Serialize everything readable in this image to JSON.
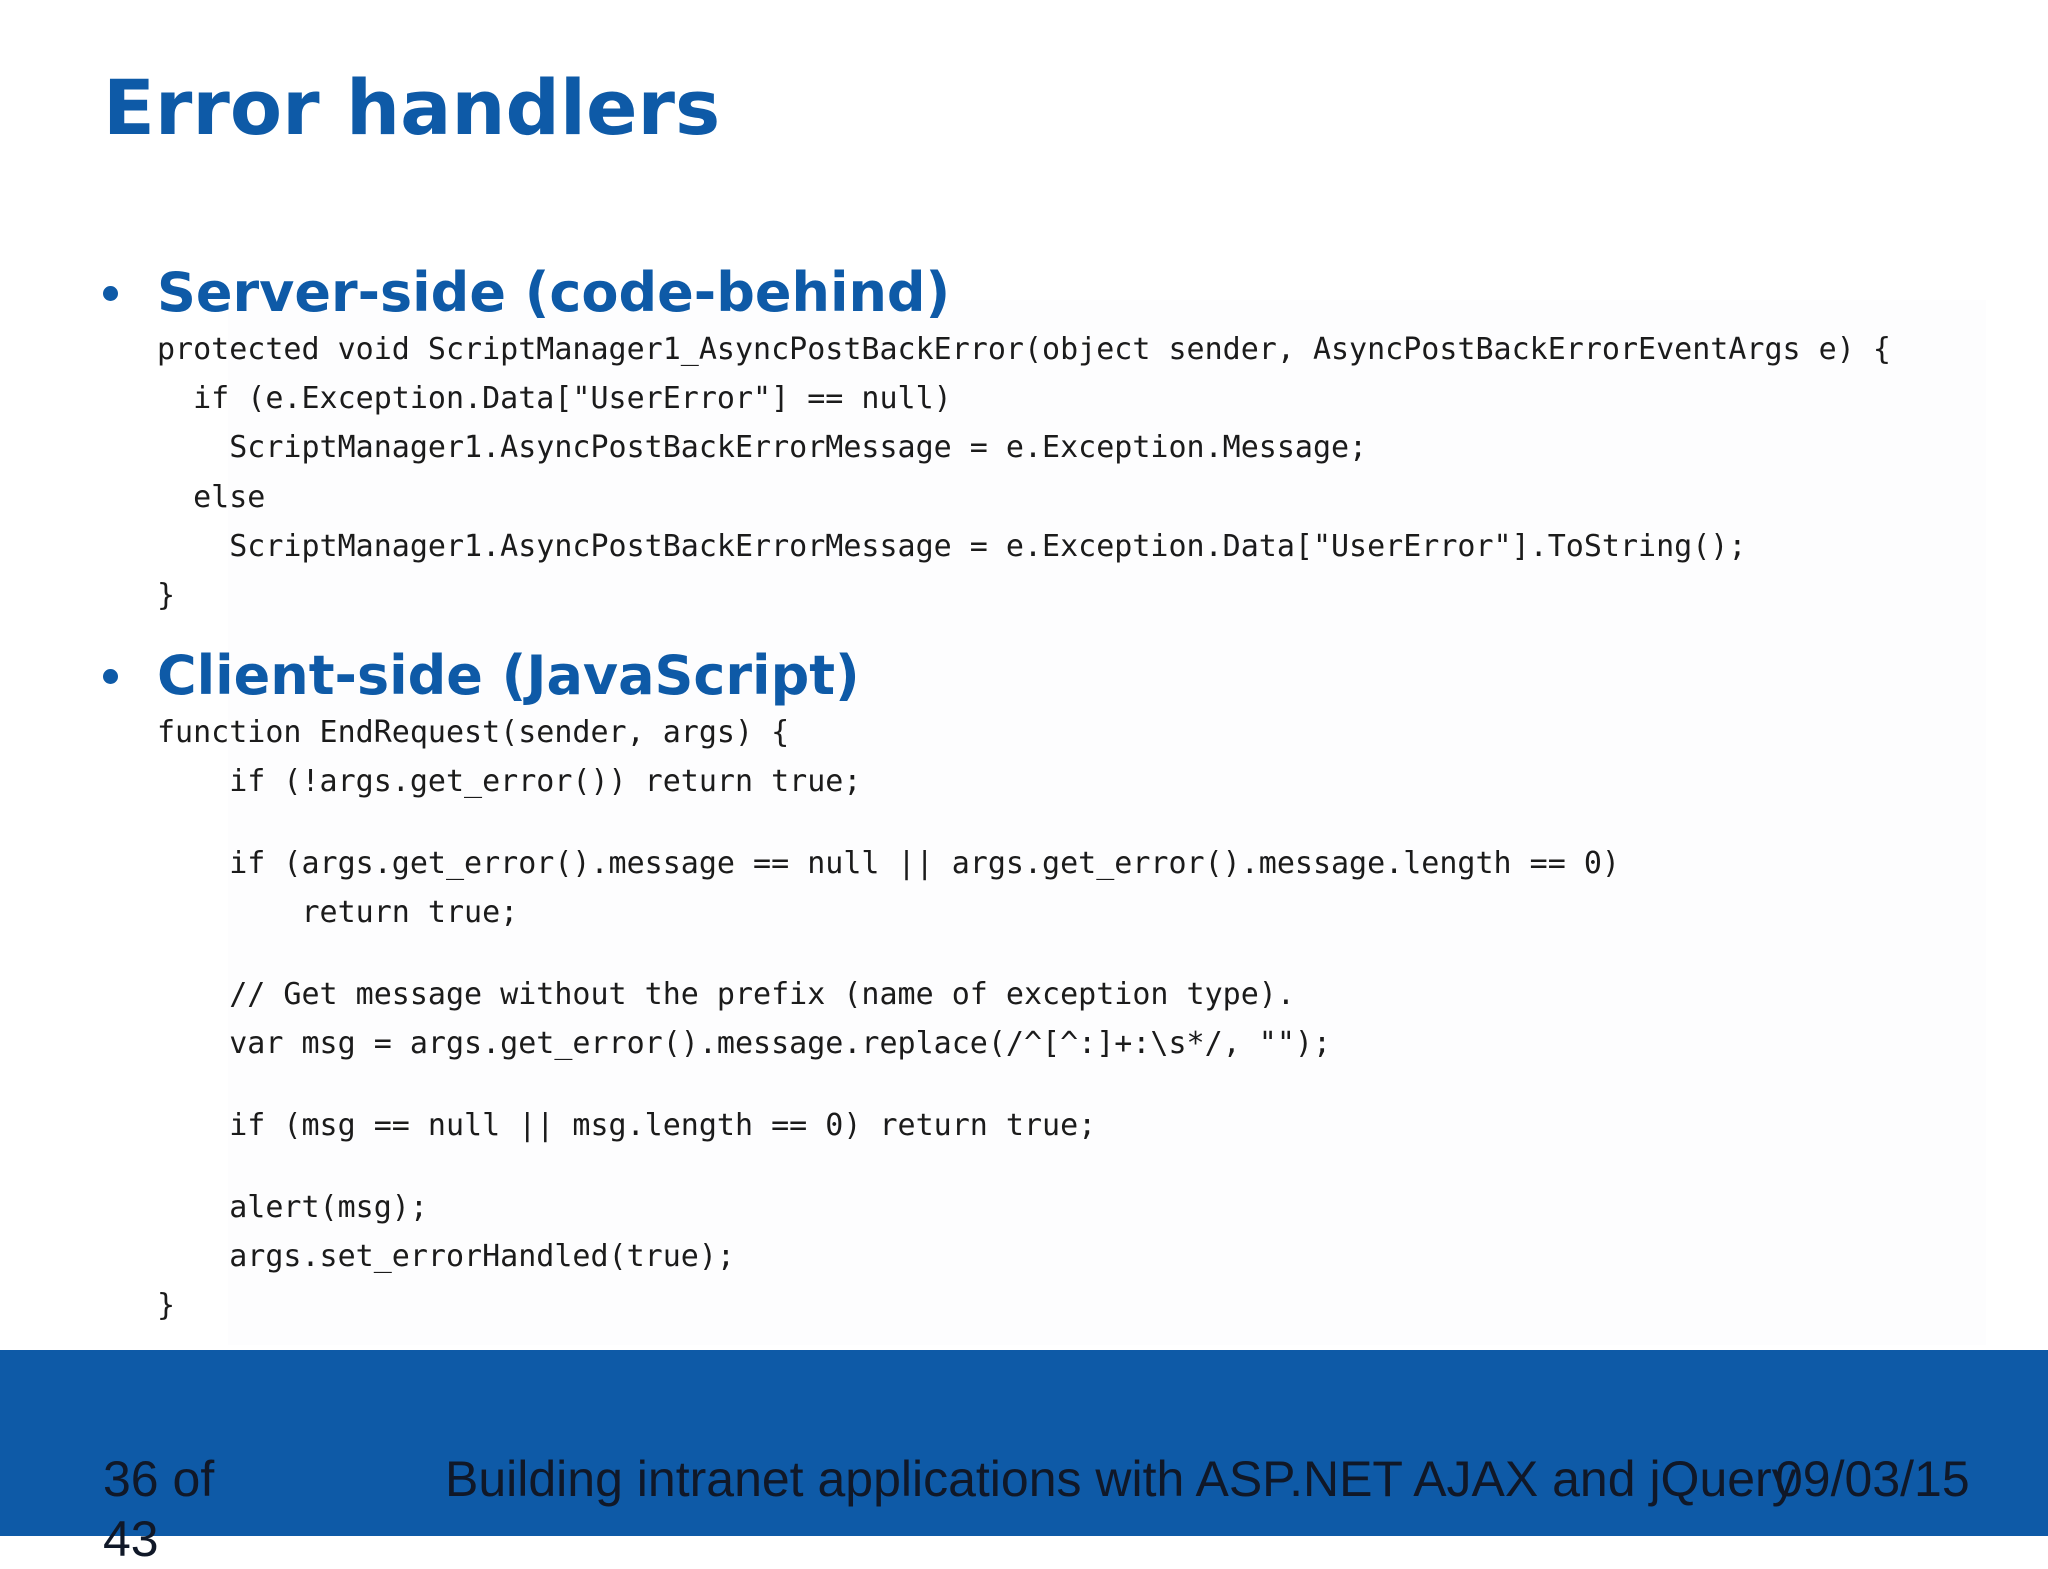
{
  "slide": {
    "title": "Error handlers",
    "sections": [
      {
        "heading": "Server-side (code-behind)",
        "code": [
          "protected void ScriptManager1_AsyncPostBackError(object sender, AsyncPostBackErrorEventArgs e) {",
          "  if (e.Exception.Data[\"UserError\"] == null)",
          "    ScriptManager1.AsyncPostBackErrorMessage = e.Exception.Message;",
          "  else",
          "    ScriptManager1.AsyncPostBackErrorMessage = e.Exception.Data[\"UserError\"].ToString();",
          "}"
        ]
      },
      {
        "heading": "Client-side (JavaScript)",
        "code": [
          "function EndRequest(sender, args) {",
          "    if (!args.get_error()) return true;",
          "",
          "    if (args.get_error().message == null || args.get_error().message.length == 0)",
          "        return true;",
          "",
          "    // Get message without the prefix (name of exception type).",
          "    var msg = args.get_error().message.replace(/^[^:]+:\\s*/, \"\");",
          "",
          "    if (msg == null || msg.length == 0) return true;",
          "",
          "    alert(msg);",
          "    args.set_errorHandled(true);",
          "}"
        ]
      }
    ]
  },
  "footer": {
    "slide_number": "36 of\n43",
    "presentation_title": "Building intranet applications with ASP.NET AJAX and jQuery",
    "date": "09/03/15"
  },
  "colors": {
    "accent": "#0e5aa7",
    "footer_text": "#101828",
    "code_text": "#1b1b1b",
    "background": "#ffffff"
  }
}
